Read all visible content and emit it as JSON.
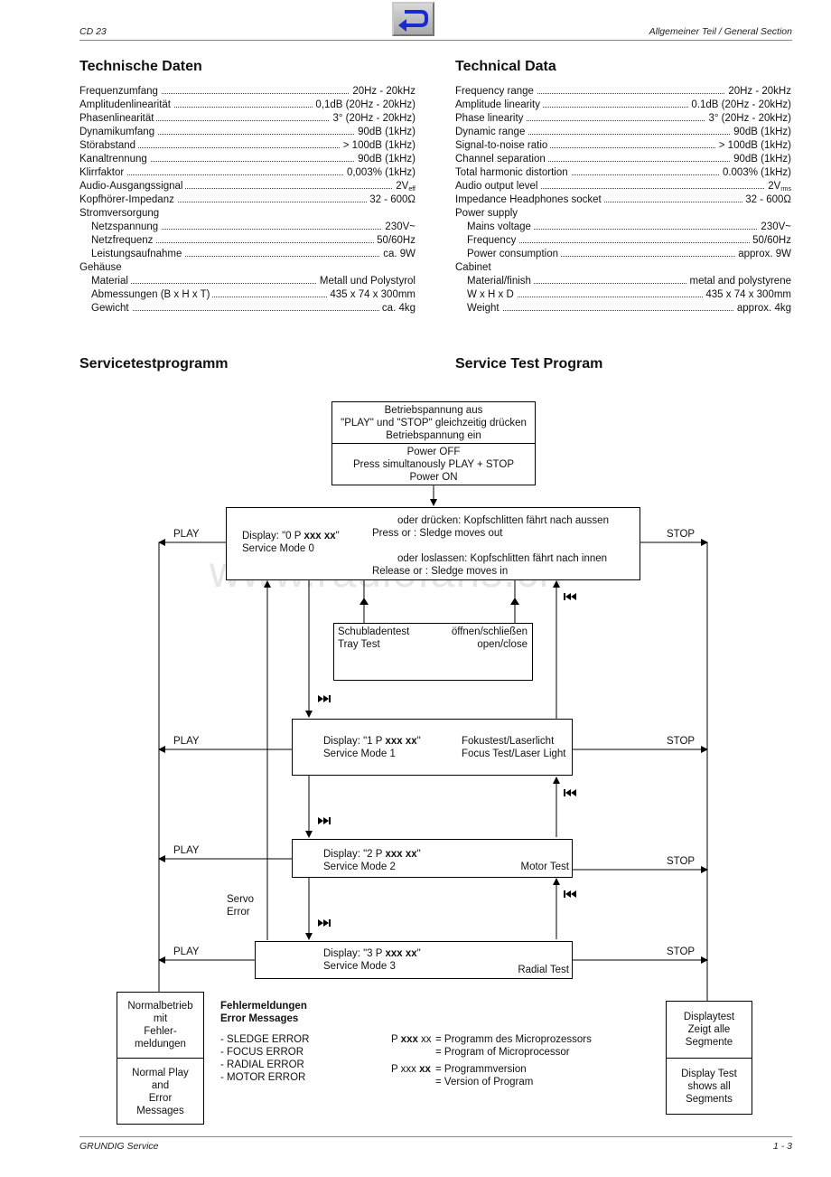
{
  "header": {
    "left": "CD 23",
    "right": "Allgemeiner Teil / General Section"
  },
  "footer": {
    "left": "GRUNDIG Service",
    "right": "1 - 3"
  },
  "watermark": "www.radiofans.cn",
  "de": {
    "title": "Technische Daten",
    "rows": [
      {
        "label": "Frequenzumfang",
        "value": "20Hz - 20kHz"
      },
      {
        "label": "Amplitudenlinearität",
        "value": "0,1dB (20Hz - 20kHz)"
      },
      {
        "label": "Phasenlinearität",
        "value": "3° (20Hz - 20kHz)"
      },
      {
        "label": "Dynamikumfang",
        "value": "90dB (1kHz)"
      },
      {
        "label": "Störabstand",
        "value": "> 100dB (1kHz)"
      },
      {
        "label": "Kanaltrennung",
        "value": "90dB (1kHz)"
      },
      {
        "label": "Klirrfaktor",
        "value": "0,003% (1kHz)"
      },
      {
        "label": "Audio-Ausgangssignal",
        "value": "2V",
        "sub": "eff"
      },
      {
        "label": "Kopfhörer-Impedanz",
        "value": "32 - 600Ω"
      },
      {
        "head": "Stromversorgung"
      },
      {
        "label": "Netzspannung",
        "value": "230V~",
        "indent": true
      },
      {
        "label": "Netzfrequenz",
        "value": "50/60Hz",
        "indent": true
      },
      {
        "label": "Leistungsaufnahme",
        "value": "ca. 9W",
        "indent": true
      },
      {
        "head": "Gehäuse"
      },
      {
        "label": "Material",
        "value": "Metall und Polystyrol",
        "indent": true
      },
      {
        "label": "Abmessungen (B x H x T)",
        "value": "435 x 74 x 300mm",
        "indent": true
      },
      {
        "label": "Gewicht",
        "value": "ca. 4kg",
        "indent": true
      }
    ]
  },
  "en": {
    "title": "Technical Data",
    "rows": [
      {
        "label": "Frequency range",
        "value": "20Hz - 20kHz"
      },
      {
        "label": "Amplitude linearity",
        "value": "0.1dB (20Hz - 20kHz)"
      },
      {
        "label": "Phase linearity",
        "value": "3° (20Hz - 20kHz)"
      },
      {
        "label": "Dynamic range",
        "value": "90dB (1kHz)"
      },
      {
        "label": "Signal-to-noise ratio",
        "value": "> 100dB (1kHz)"
      },
      {
        "label": "Channel separation",
        "value": "90dB (1kHz)"
      },
      {
        "label": "Total harmonic distortion",
        "value": "0.003% (1kHz)"
      },
      {
        "label": "Audio output level",
        "value": "2V",
        "sub": "rms"
      },
      {
        "label": "Impedance Headphones socket",
        "value": "32 - 600Ω"
      },
      {
        "head": "Power supply"
      },
      {
        "label": "Mains voltage",
        "value": "230V~",
        "indent": true
      },
      {
        "label": "Frequency",
        "value": "50/60Hz",
        "indent": true
      },
      {
        "label": "Power consumption",
        "value": "approx. 9W",
        "indent": true
      },
      {
        "head": "Cabinet"
      },
      {
        "label": "Material/finish",
        "value": "metal and polystyrene",
        "indent": true
      },
      {
        "label": "W x H x D",
        "value": "435 x 74 x 300mm",
        "indent": true
      },
      {
        "label": "Weight",
        "value": "approx. 4kg",
        "indent": true
      }
    ]
  },
  "service": {
    "title_de": "Servicetestprogramm",
    "title_en": "Service Test Program",
    "start_de": [
      "Betriebspannung aus",
      "\"PLAY\" und \"STOP\" gleichzeitig drücken",
      "Betriebspannung ein"
    ],
    "start_en": [
      "Power OFF",
      "Press simultanously PLAY + STOP",
      "Power ON"
    ],
    "mode0_display": [
      "Display: \"0 P ",
      "xxx xx",
      "\""
    ],
    "mode0_name": "Service Mode 0",
    "sledge_out_de": "oder        drücken: Kopfschlitten fährt nach aussen",
    "sledge_out_en": "Press        or      : Sledge moves out",
    "sledge_in_de": "oder        loslassen: Kopfschlitten fährt nach innen",
    "sledge_in_en": "Release        or      : Sledge moves in",
    "tray_de": "Schubladentest",
    "tray_en": "Tray Test",
    "tray_action_de": "öffnen/schließen",
    "tray_action_en": "open/close",
    "mode1_display": [
      "Display: \"1 P ",
      "xxx xx",
      "\""
    ],
    "mode1_name": "Service Mode 1",
    "mode1_test_de": "Fokustest/Laserlicht",
    "mode1_test_en": "Focus Test/Laser Light",
    "mode2_display": [
      "Display: \"2 P ",
      "xxx xx",
      "\""
    ],
    "mode2_name": "Service Mode 2",
    "mode2_test": "Motor Test",
    "mode3_display": [
      "Display: \"3 P ",
      "xxx xx",
      "\""
    ],
    "mode3_name": "Service Mode 3",
    "mode3_test": "Radial Test",
    "play": "PLAY",
    "stop": "STOP",
    "servo": "Servo",
    "error": "Error",
    "normal_de": [
      "Normalbetrieb",
      "mit",
      "Fehler-",
      "meldungen"
    ],
    "normal_en": [
      "Normal Play",
      "and",
      "Error",
      "Messages"
    ],
    "display_de": [
      "Displaytest",
      "Zeigt alle",
      "Segmente"
    ],
    "display_en": [
      "Display Test",
      "shows all",
      "Segments"
    ],
    "errors_title_de": "Fehlermeldungen",
    "errors_title_en": "Error Messages",
    "errors": [
      "- SLEDGE ERROR",
      "- FOCUS ERROR",
      "- RADIAL ERROR",
      "- MOTOR ERROR"
    ],
    "legend1_code": [
      "P ",
      "xxx",
      " xx"
    ],
    "legend1_de": "= Programm des Microprozessors",
    "legend1_en": "= Program of Microprocessor",
    "legend2_code": [
      "P xxx ",
      "xx"
    ],
    "legend2_de": "= Programmversion",
    "legend2_en": "= Version of Program"
  }
}
